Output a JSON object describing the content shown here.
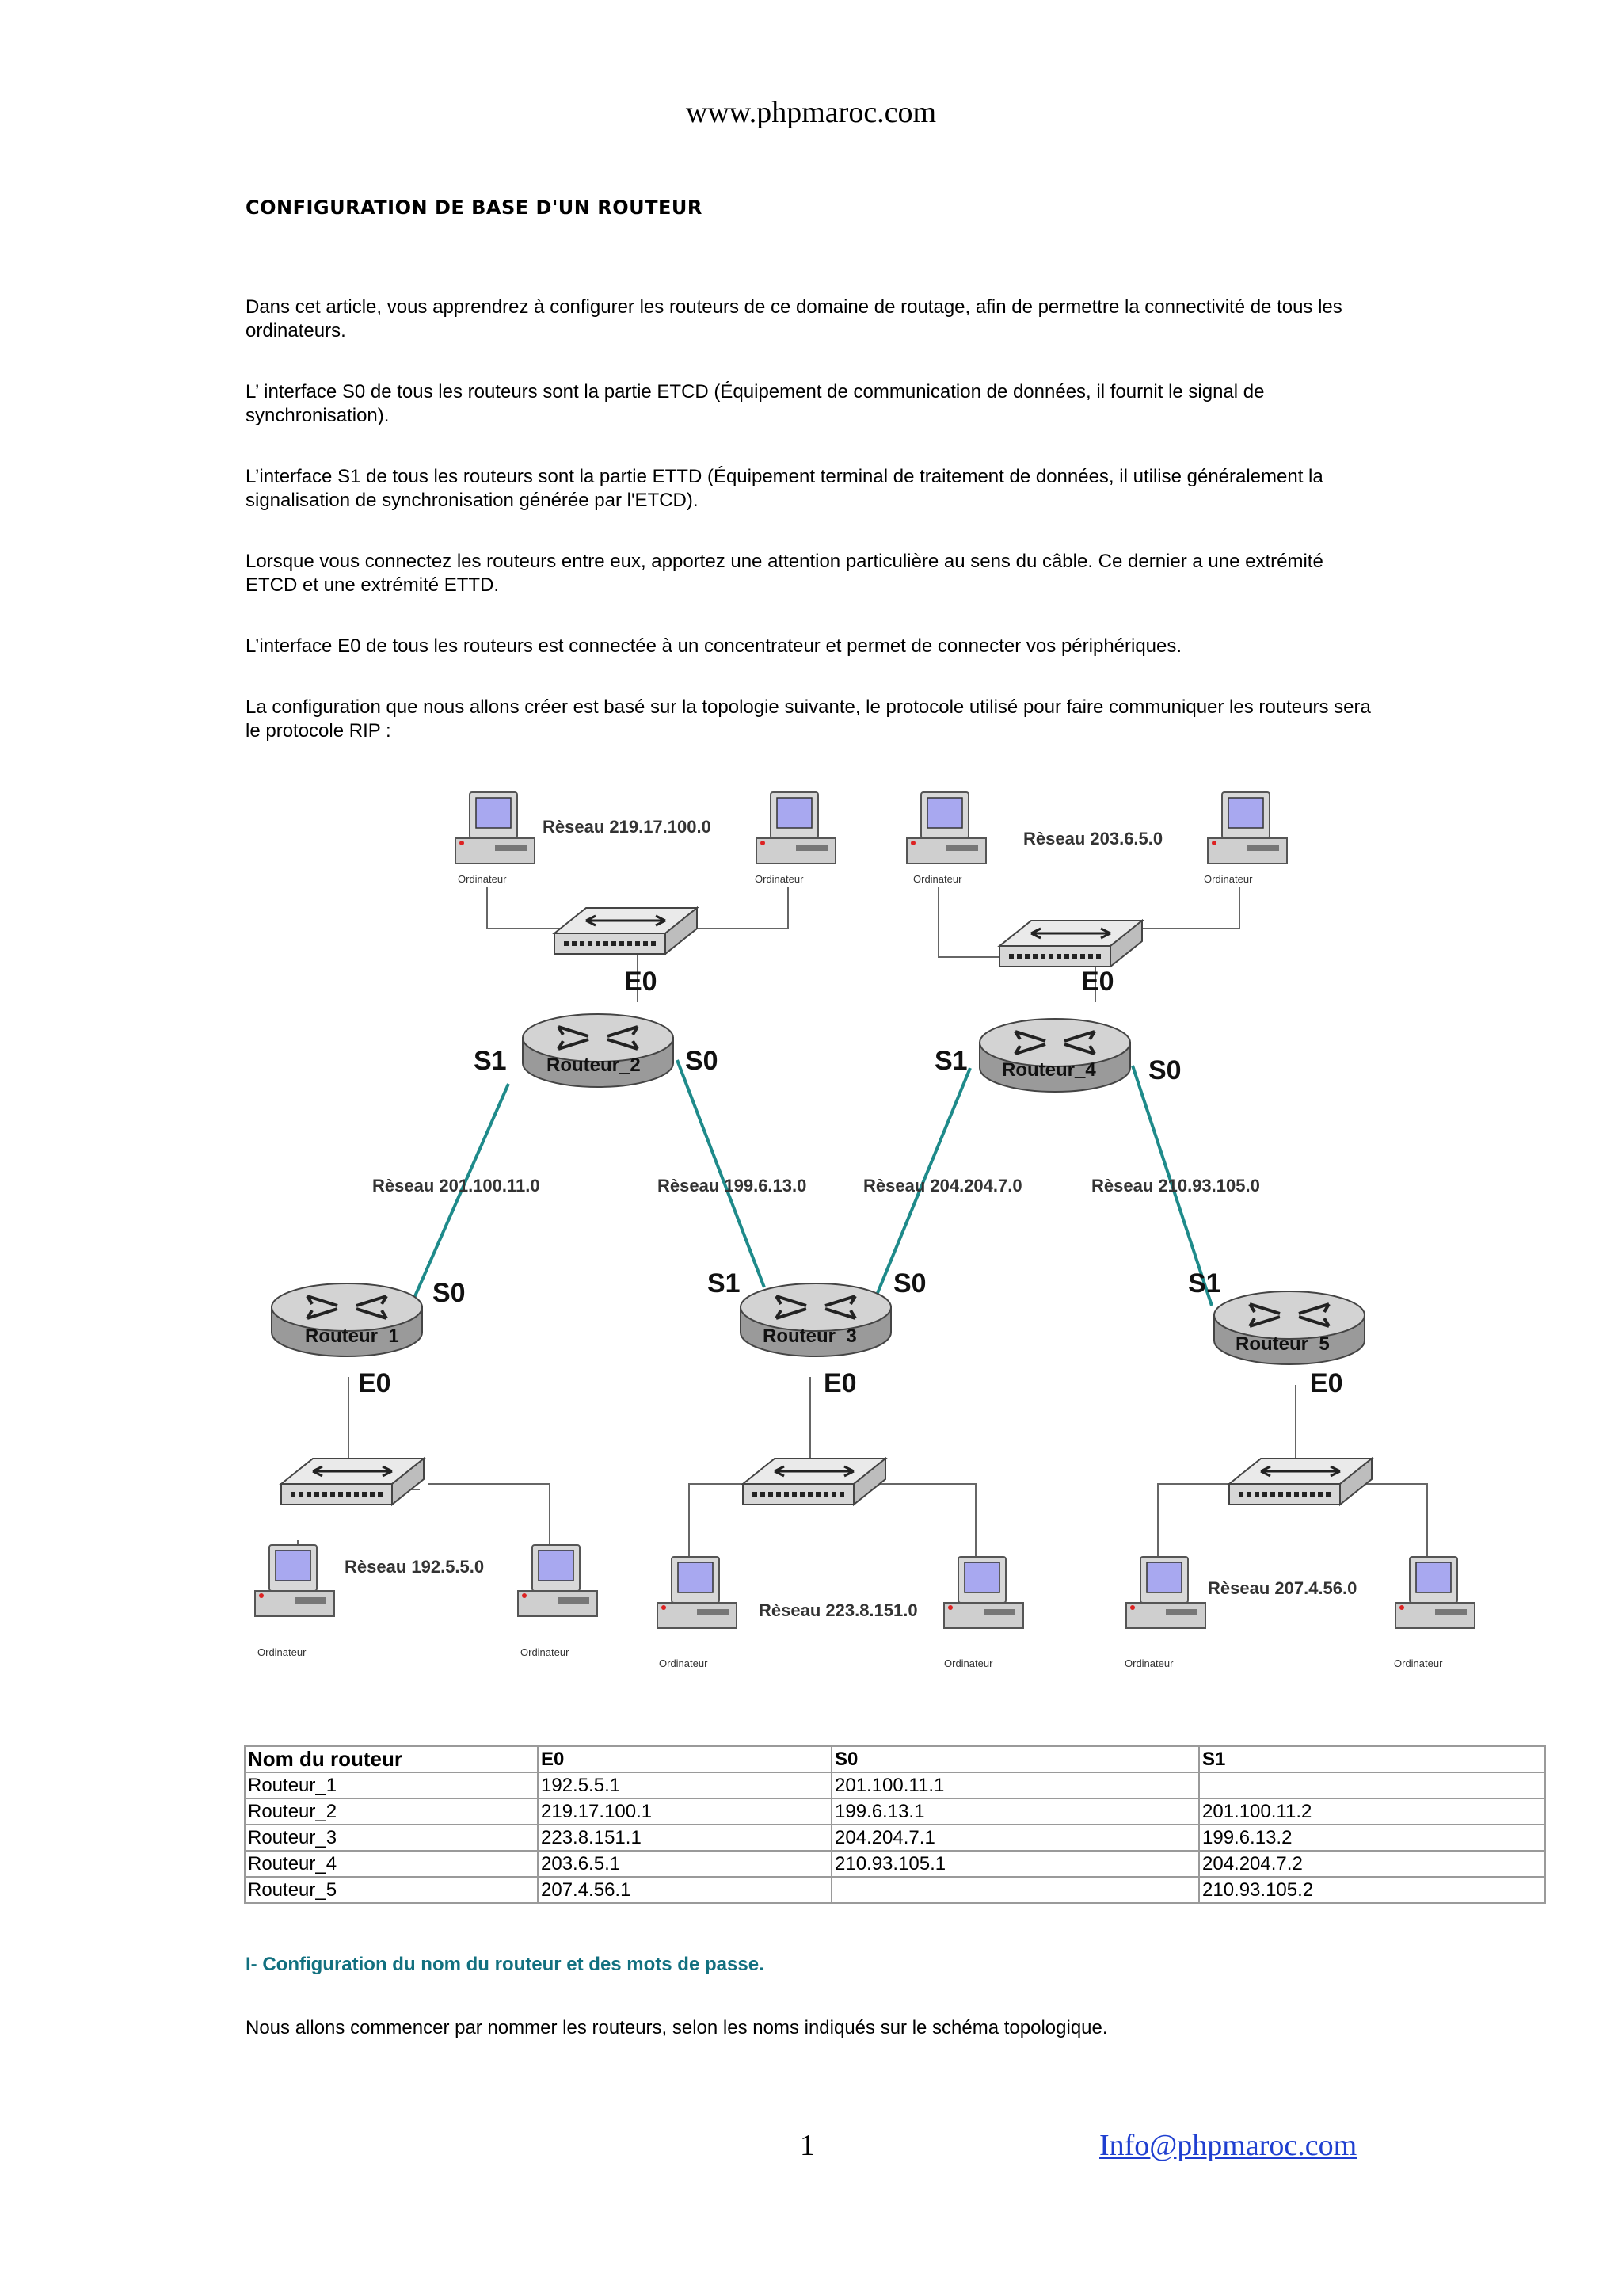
{
  "header": {
    "site": "www.phpmaroc.com"
  },
  "title": "CONFIGURATION DE BASE D'UN ROUTEUR",
  "paragraphs": [
    "Dans cet article, vous apprendrez à configurer les routeurs de ce domaine de routage, afin de permettre la connectivité de tous les ordinateurs.",
    "L’ interface S0 de tous les routeurs sont la partie ETCD (Équipement de communication de données, il fournit le signal de synchronisation).",
    "L’interface S1 de tous les routeurs sont la partie ETTD (Équipement terminal de traitement de données, il utilise généralement la signalisation de synchronisation générée par l'ETCD).",
    "Lorsque vous connectez les routeurs entre eux, apportez une attention particulière au sens du câble. Ce dernier a une extrémité ETCD et une extrémité ETTD.",
    "L’interface E0 de tous les routeurs est connectée à un concentrateur et permet de connecter vos périphériques.",
    "La configuration que nous allons créer est basé sur la topologie suivante, le protocole utilisé pour faire communiquer les routeurs sera le protocole RIP :"
  ],
  "diagram": {
    "routers": [
      "Routeur_2",
      "Routeur_4",
      "Routeur_1",
      "Routeur_3",
      "Routeur_5"
    ],
    "interfaces": {
      "e0": "E0",
      "s0": "S0",
      "s1": "S1"
    },
    "computer_label": "Ordinateur",
    "networks": {
      "r2_lan": "Rèseau 219.17.100.0",
      "r4_lan": "Rèseau 203.6.5.0",
      "r1_lan": "Rèseau 192.5.5.0",
      "r3_lan": "Rèseau 223.8.151.0",
      "r5_lan": "Rèseau 207.4.56.0",
      "l12": "Rèseau 201.100.11.0",
      "l23": "Rèseau 199.6.13.0",
      "l34": "Rèseau 204.204.7.0",
      "l45": "Rèseau 210.93.105.0"
    },
    "link_color": "#1e8a8a"
  },
  "table": {
    "headers": [
      "Nom du routeur",
      "E0",
      "S0",
      "S1"
    ],
    "rows": [
      [
        "Routeur_1",
        "192.5.5.1",
        "201.100.11.1",
        ""
      ],
      [
        "Routeur_2",
        "219.17.100.1",
        "199.6.13.1",
        "201.100.11.2"
      ],
      [
        "Routeur_3",
        "223.8.151.1",
        "204.204.7.1",
        "199.6.13.2"
      ],
      [
        "Routeur_4",
        "203.6.5.1",
        "210.93.105.1",
        "204.204.7.2"
      ],
      [
        "Routeur_5",
        "207.4.56.1",
        "",
        "210.93.105.2"
      ]
    ]
  },
  "section1": {
    "heading": "I- Configuration du nom du routeur et des mots de passe.",
    "text": "Nous allons commencer par nommer les routeurs, selon les noms indiqués sur le schéma topologique."
  },
  "footer": {
    "page": "1",
    "email": "Info@phpmaroc.com"
  }
}
